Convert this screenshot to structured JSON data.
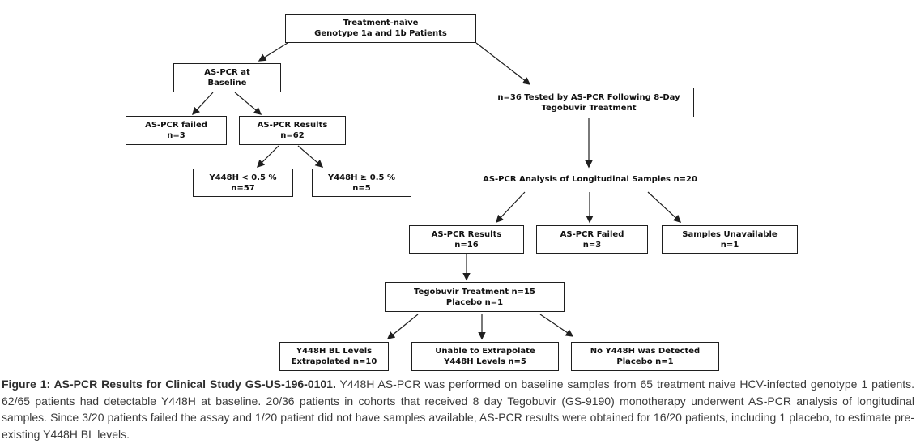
{
  "figure": {
    "caption_title": "Figure 1: AS-PCR Results for Clinical Study GS-US-196-0101.",
    "caption_body": " Y448H AS-PCR was performed on baseline samples from 65 treatment naive HCV-infected genotype 1 patients. 62/65 patients had detectable Y448H at baseline. 20/36 patients in cohorts that received 8 day Tegobuvir (GS-9190) monotherapy underwent AS-PCR analysis of longitudinal samples. Since 3/20 patients failed the assay and 1/20 patient did not have samples available, AS-PCR results were obtained for 16/20 patients, including 1 placebo, to estimate pre-existing Y448H BL levels."
  },
  "nodes": {
    "treatment_naive": {
      "label": "Treatment-naïve\nGenotype 1a and 1b Patients"
    },
    "aspcr_baseline": {
      "label": "AS-PCR at\nBaseline"
    },
    "aspcr_failed_bl": {
      "label": "AS-PCR failed\nn=3"
    },
    "aspcr_results_62": {
      "label": "AS-PCR Results\nn=62"
    },
    "y448h_lt": {
      "label": "Y448H < 0.5 %\nn=57"
    },
    "y448h_ge": {
      "label": "Y448H ≥ 0.5 %\nn=5"
    },
    "n36_tested": {
      "label": "n=36 Tested by AS-PCR Following 8-Day\nTegobuvir Treatment"
    },
    "longitudinal": {
      "label": "AS-PCR Analysis of Longitudinal Samples n=20"
    },
    "aspcr_results_16": {
      "label": "AS-PCR Results\nn=16"
    },
    "aspcr_failed_3": {
      "label": "AS-PCR Failed\nn=3"
    },
    "samples_unavail": {
      "label": "Samples Unavailable\nn=1"
    },
    "tegobuvir": {
      "label": "Tegobuvir Treatment n=15\nPlacebo n=1"
    },
    "bl_extrapolated": {
      "label": "Y448H BL Levels\nExtrapolated n=10"
    },
    "unable_extrap": {
      "label": "Unable to Extrapolate\nY448H Levels n=5"
    },
    "no_y448h": {
      "label": "No Y448H was Detected\nPlacebo n=1"
    }
  },
  "edges": [
    {
      "from": "treatment_naive",
      "to": "aspcr_baseline"
    },
    {
      "from": "treatment_naive",
      "to": "n36_tested"
    },
    {
      "from": "aspcr_baseline",
      "to": "aspcr_failed_bl"
    },
    {
      "from": "aspcr_baseline",
      "to": "aspcr_results_62"
    },
    {
      "from": "aspcr_results_62",
      "to": "y448h_lt"
    },
    {
      "from": "aspcr_results_62",
      "to": "y448h_ge"
    },
    {
      "from": "n36_tested",
      "to": "longitudinal"
    },
    {
      "from": "longitudinal",
      "to": "aspcr_results_16"
    },
    {
      "from": "longitudinal",
      "to": "aspcr_failed_3"
    },
    {
      "from": "longitudinal",
      "to": "samples_unavail"
    },
    {
      "from": "aspcr_results_16",
      "to": "tegobuvir"
    },
    {
      "from": "tegobuvir",
      "to": "bl_extrapolated"
    },
    {
      "from": "tegobuvir",
      "to": "unable_extrap"
    },
    {
      "from": "tegobuvir",
      "to": "no_y448h"
    }
  ],
  "colors": {
    "background": "#ffffff",
    "box_border": "#1f1f1f",
    "box_text": "#111111",
    "caption_text": "#3a3a3a"
  }
}
